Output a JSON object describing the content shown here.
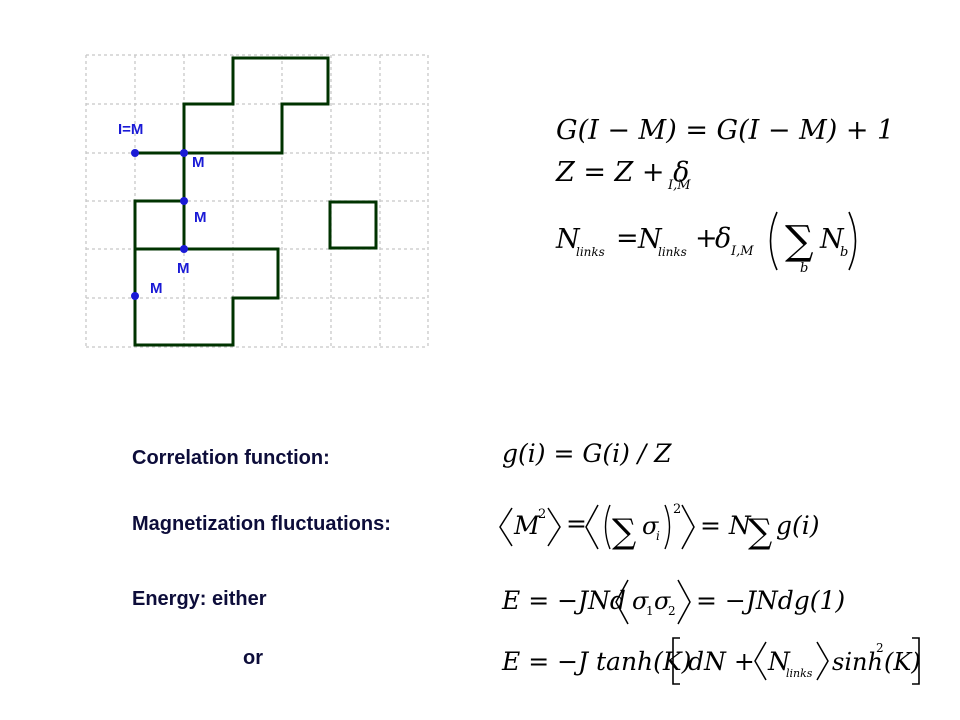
{
  "colors": {
    "grid": "#c8c8c8",
    "path": "#003300",
    "marker": "#1a1ad6",
    "text": "#0d0d3a"
  },
  "lattice": {
    "start_label": "I=M",
    "marker_labels": [
      "M",
      "M",
      "M",
      "M"
    ]
  },
  "equations": {
    "g_update": "G(I − M) = G(I − M) + 1",
    "z_update": "Z = Z + δ",
    "z_sub": "I,M",
    "nlinks_lhs": "N",
    "links_sub": "links",
    "eq_sign": "=",
    "plus": "+",
    "delta": "δ",
    "delta_sub": "I,M",
    "sigma": "∑",
    "sum_index": "b",
    "nb": "N",
    "nb_sub": "b"
  },
  "labels": {
    "correlation": "Correlation function:",
    "magnetization": "Magnetization fluctuations:",
    "energy": "Energy: either",
    "or": "or"
  },
  "formulas": {
    "g_def": "g(i) = G(i) / Z",
    "mag_M": "M",
    "mag_sq": "2",
    "mag_eq1": "=",
    "mag_sigma_i": "σ",
    "mag_i": "i",
    "mag_eq2": "= N",
    "mag_g": "g(i)",
    "energy1_lhs": "E = −JNd",
    "energy1_s1": "σ",
    "energy1_1": "1",
    "energy1_s2": "σ",
    "energy1_2": "2",
    "energy1_rhs": "= −JNdg(1)",
    "energy2_lhs": "E = −J tanh(K)",
    "energy2_dn": "dN +",
    "energy2_N": "N",
    "energy2_links": "links",
    "energy2_sinh": "sinh",
    "energy2_sq": "2",
    "energy2_K": "(K)"
  }
}
